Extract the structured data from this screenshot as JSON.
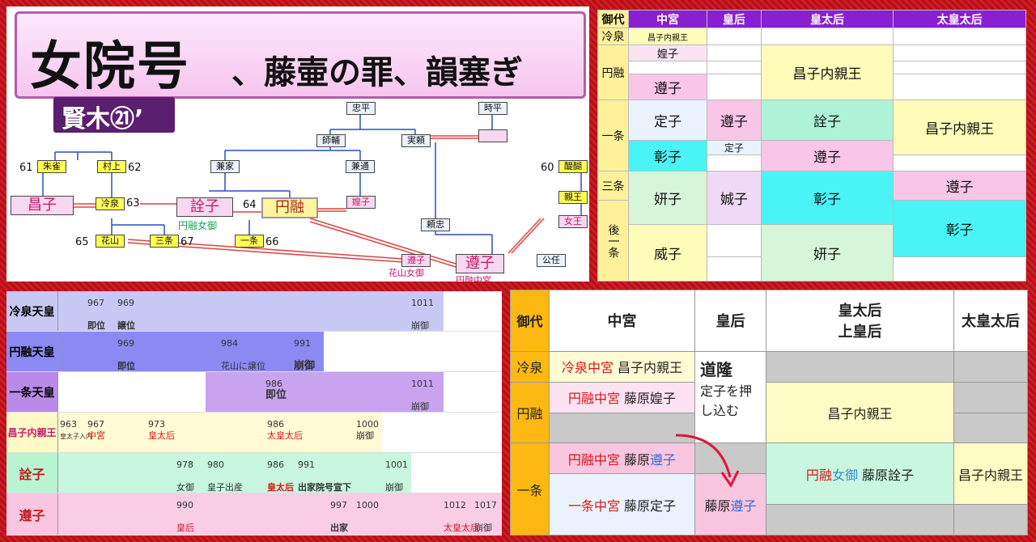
{
  "title": {
    "main": "女院号",
    "rest": "、藤壷の罪、韻塞ぎ",
    "chapter": "賢木㉑’"
  },
  "tree": {
    "nodes": {
      "chuhei": "忠平",
      "jihei": "時平",
      "morosuke": "師輔",
      "saneyori": "実頼",
      "kaneie": "兼家",
      "kanemichi": "兼通",
      "suzaku": "朱雀",
      "murakami": "村上",
      "daigo": "醍醐",
      "shinno": "親王",
      "joou": "女王",
      "masako": "昌子",
      "reizei": "冷泉",
      "yoshiko": "詮子",
      "enyu": "円融",
      "koshi": "媓子",
      "kazan": "花山",
      "sanjo": "三条",
      "ichijo": "一条",
      "yoritada": "頼忠",
      "junshi": "遵子",
      "kinto": "公任",
      "tsuneko": "遵子"
    },
    "nums": {
      "n61": "61",
      "n62": "62",
      "n63": "63",
      "n64": "64",
      "n65": "65",
      "n66": "66",
      "n67": "67",
      "n60": "60"
    },
    "labels": {
      "enyu_nyogo": "円融女御",
      "kazan_nyogo": "花山女御",
      "enyu_chugu": "円融中宮"
    }
  },
  "table1": {
    "headers": [
      "御代",
      "中宮",
      "皇后",
      "皇太后",
      "太皇太后"
    ],
    "eras": [
      "冷泉",
      "円融",
      "一条",
      "三条",
      "後一条"
    ],
    "cells": {
      "a": "昌子内親王",
      "b": "媓子",
      "c": "遵子",
      "d": "定子",
      "e": "彰子",
      "f": "妍子",
      "g": "威子",
      "h": "遵子",
      "i": "定子",
      "j": "娍子",
      "k": "昌子内親王",
      "l": "詮子",
      "m": "遵子",
      "n": "彰子",
      "o": "妍子",
      "p": "昌子内親王",
      "q": "遵子",
      "r": "彰子"
    }
  },
  "timeline": {
    "rows": [
      {
        "label": "冷泉天皇",
        "marks": [
          [
            "967",
            "即位"
          ],
          [
            "969",
            "譲位"
          ],
          [
            "1011",
            "崩御"
          ]
        ]
      },
      {
        "label": "円融天皇",
        "marks": [
          [
            "969",
            "即位"
          ],
          [
            "984",
            "花山に譲位"
          ],
          [
            "991",
            "崩御"
          ]
        ]
      },
      {
        "label": "一条天皇",
        "marks": [
          [
            "986",
            "即位"
          ],
          [
            "1011",
            "崩御"
          ]
        ]
      },
      {
        "label": "昌子内親王",
        "marks": [
          [
            "963",
            "皇太子入内"
          ],
          [
            "967",
            "中宮"
          ],
          [
            "973",
            "皇太后"
          ],
          [
            "986",
            "太皇太后"
          ],
          [
            "1000",
            "崩御"
          ]
        ]
      },
      {
        "label": "詮子",
        "marks": [
          [
            "978",
            "女御"
          ],
          [
            "980",
            "皇子出産"
          ],
          [
            "986",
            "皇太后"
          ],
          [
            "991",
            "出家院号宣下"
          ],
          [
            "1001",
            "崩御"
          ]
        ]
      },
      {
        "label": "遵子",
        "marks": [
          [
            "990",
            "皇后"
          ],
          [
            "997",
            "出家"
          ],
          [
            "1000",
            ""
          ],
          [
            "1012",
            "太皇太后"
          ],
          [
            "1017",
            "崩御"
          ]
        ]
      }
    ]
  },
  "table2": {
    "headers": [
      "御代",
      "中宮",
      "皇后",
      "皇太后\n上皇后",
      "太皇太后"
    ],
    "eras": [
      "冷泉",
      "円融",
      "一条"
    ],
    "r1": {
      "c1a": "冷泉中宮",
      "c1b": "昌子内親王"
    },
    "r2": {
      "c1a": "円融中宮",
      "c1b": "藤原媓子"
    },
    "r3": {
      "c1a": "円融中宮",
      "c1b": "藤原",
      "c1c": "遵子"
    },
    "r4": {
      "c1a": "一条中宮",
      "c1b": "藤原定子"
    },
    "note": {
      "a": "道隆",
      "b": "定子を押し込む"
    },
    "kogo": {
      "a": "藤原",
      "b": "遵子"
    },
    "kotaigo1": "昌子内親王",
    "kotaigo2": {
      "a": "円融",
      "b": "女御",
      "c": "藤原詮子"
    },
    "taikotaigo": "昌子内親王"
  }
}
